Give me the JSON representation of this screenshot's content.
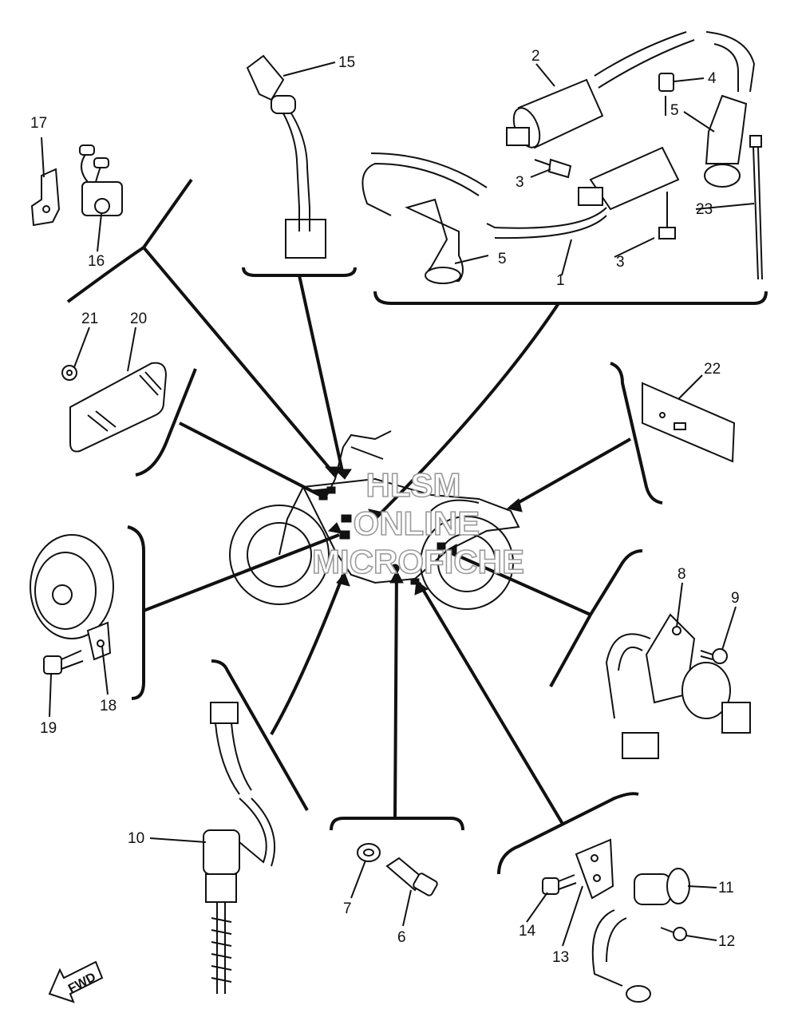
{
  "watermark": {
    "line1": "HLSM",
    "line2": "ONLINE",
    "line3": "MICROFICHE"
  },
  "direction_label": "FWD",
  "callouts": {
    "p1": "1",
    "p2": "2",
    "p3a": "3",
    "p3b": "3",
    "p4": "4",
    "p5a": "5",
    "p5b": "5",
    "p6": "6",
    "p7": "7",
    "p8": "8",
    "p9": "9",
    "p10": "10",
    "p11": "11",
    "p12": "12",
    "p13": "13",
    "p14": "14",
    "p15": "15",
    "p16": "16",
    "p17": "17",
    "p18": "18",
    "p19": "19",
    "p20": "20",
    "p21": "21",
    "p22": "22",
    "p23": "23"
  }
}
